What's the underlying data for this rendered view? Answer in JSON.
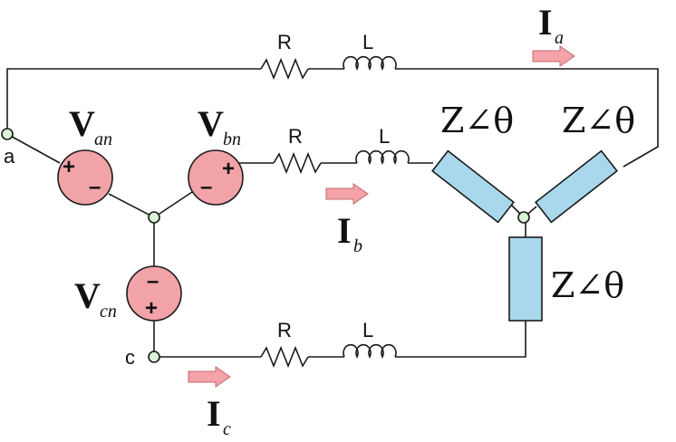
{
  "nodes": {
    "a": "a",
    "c": "c"
  },
  "components": {
    "resistor": "R",
    "inductor": "L",
    "impedance": "Z∠θ"
  },
  "sources": {
    "an": {
      "letter": "V",
      "sub": "an",
      "signs": [
        "+",
        "–"
      ]
    },
    "bn": {
      "letter": "V",
      "sub": "bn",
      "signs": [
        "–",
        "+"
      ]
    },
    "cn": {
      "letter": "V",
      "sub": "cn",
      "signs": [
        "–",
        "+"
      ]
    }
  },
  "currents": {
    "a": {
      "letter": "I",
      "sub": "a"
    },
    "b": {
      "letter": "I",
      "sub": "b"
    },
    "c": {
      "letter": "I",
      "sub": "c"
    }
  },
  "colors": {
    "source_fill": "#f2a3a8",
    "impedance_fill": "#a9d8ec",
    "node_fill": "#d8f5d8",
    "arrow_fill": "#f4a3a8"
  }
}
